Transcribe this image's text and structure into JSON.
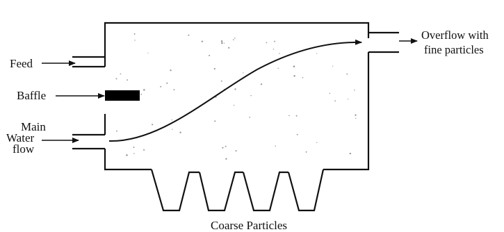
{
  "diagram": {
    "labels": {
      "feed": "Feed",
      "baffle": "Baffle",
      "main_water_flow": [
        "Main",
        "Water",
        "flow"
      ],
      "overflow": [
        "Overflow with",
        "fine particles"
      ],
      "coarse": "Coarse Particles"
    },
    "colors": {
      "line": "#111111",
      "baffle": "#000000",
      "particles": "#9a9a9a",
      "background": "#ffffff"
    },
    "hopper_count": 4
  }
}
